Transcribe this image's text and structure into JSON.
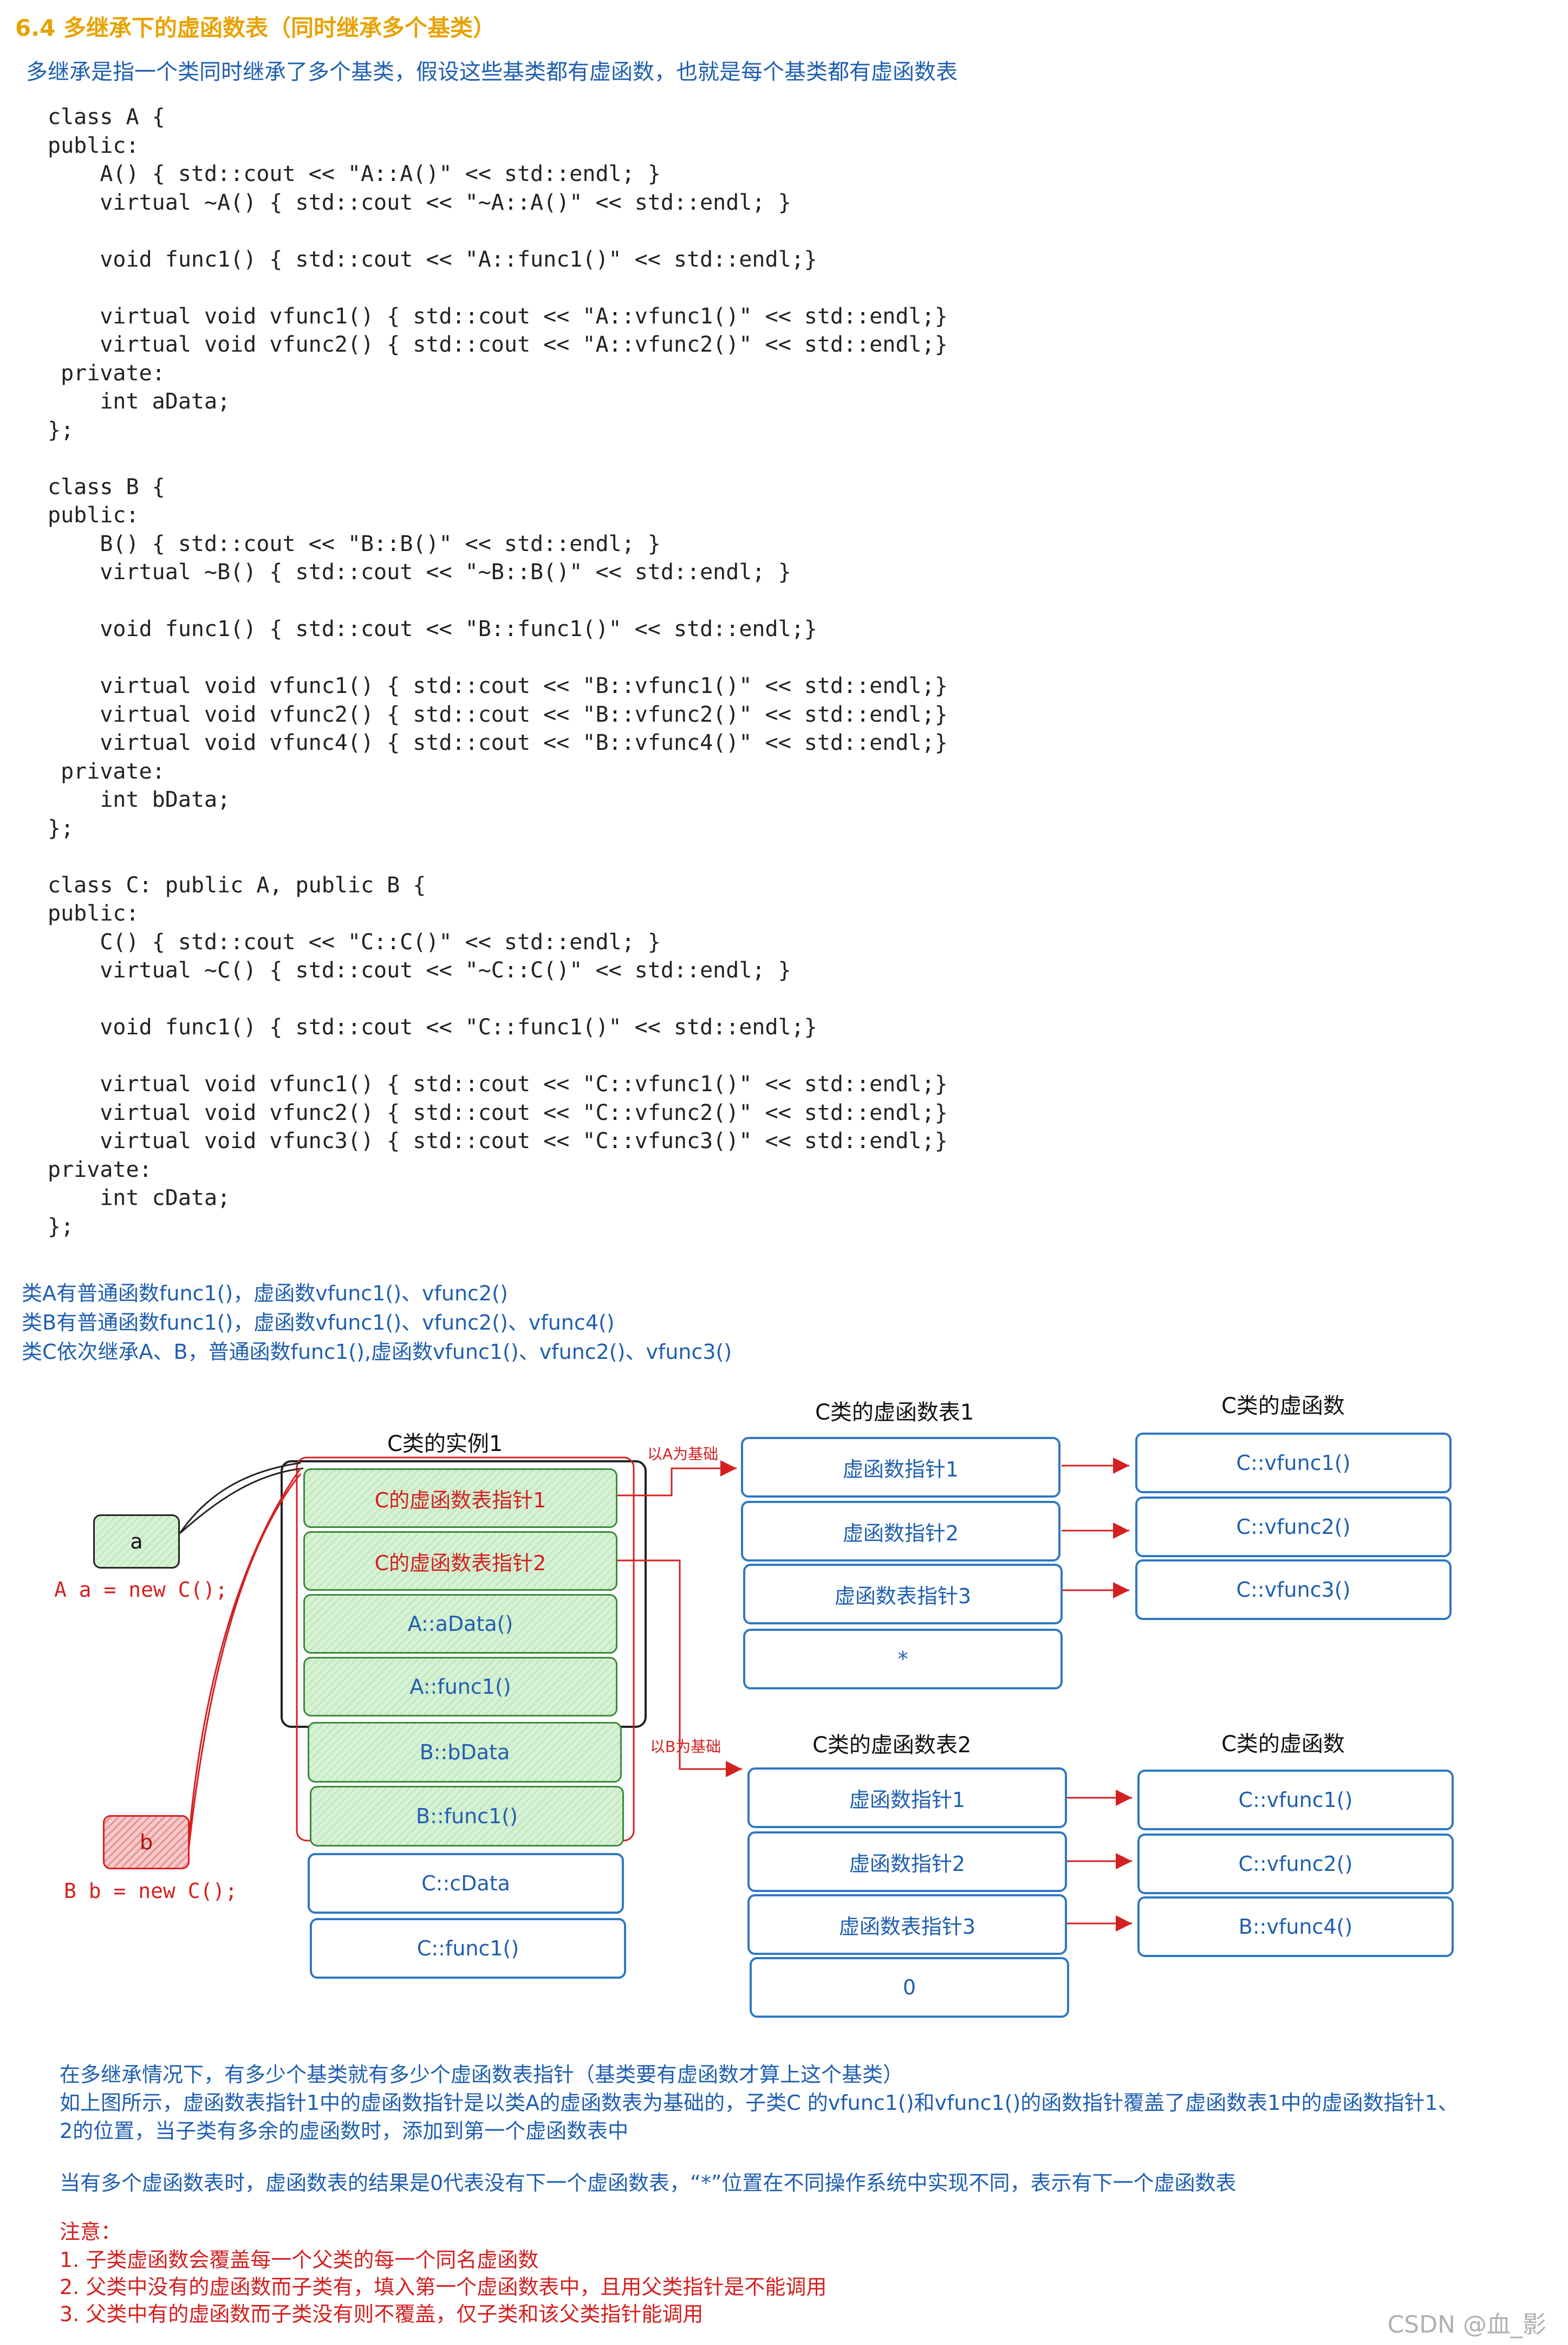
{
  "heading": "6.4  多继承下的虚函数表（同时继承多个基类）",
  "intro": "多继承是指一个类同时继承了多个基类，假设这些基类都有虚函数，也就是每个基类都有虚函数表",
  "code": "class A {\npublic:\n    A() { std::cout << \"A::A()\" << std::endl; }\n    virtual ~A() { std::cout << \"~A::A()\" << std::endl; }\n\n    void func1() { std::cout << \"A::func1()\" << std::endl;}\n\n    virtual void vfunc1() { std::cout << \"A::vfunc1()\" << std::endl;}\n    virtual void vfunc2() { std::cout << \"A::vfunc2()\" << std::endl;}\n private:\n    int aData;\n};\n\nclass B {\npublic:\n    B() { std::cout << \"B::B()\" << std::endl; }\n    virtual ~B() { std::cout << \"~B::B()\" << std::endl; }\n\n    void func1() { std::cout << \"B::func1()\" << std::endl;}\n\n    virtual void vfunc1() { std::cout << \"B::vfunc1()\" << std::endl;}\n    virtual void vfunc2() { std::cout << \"B::vfunc2()\" << std::endl;}\n    virtual void vfunc4() { std::cout << \"B::vfunc4()\" << std::endl;}\n private:\n    int bData;\n};\n\nclass C: public A, public B {\npublic:\n    C() { std::cout << \"C::C()\" << std::endl; }\n    virtual ~C() { std::cout << \"~C::C()\" << std::endl; }\n\n    void func1() { std::cout << \"C::func1()\" << std::endl;}\n\n    virtual void vfunc1() { std::cout << \"C::vfunc1()\" << std::endl;}\n    virtual void vfunc2() { std::cout << \"C::vfunc2()\" << std::endl;}\n    virtual void vfunc3() { std::cout << \"C::vfunc3()\" << std::endl;}\nprivate:\n    int cData;\n};",
  "summary": [
    "类A有普通函数func1()，虚函数vfunc1()、vfunc2()",
    "类B有普通函数func1()，虚函数vfunc1()、vfunc2()、vfunc4()",
    "类C依次继承A、B，普通函数func1(),虚函数vfunc1()、vfunc2()、vfunc3()"
  ],
  "diagram": {
    "instance_title": "C类的实例1",
    "instance_rows": [
      "C的虚函数表指针1",
      "C的虚函数表指针2",
      "A::aData()",
      "A::func1()",
      "B::bData",
      "B::func1()",
      "C::cData",
      "C::func1()"
    ],
    "var_a": "a",
    "var_a_code": "A a = new C();",
    "var_b": "b",
    "var_b_code": "B b = new C();",
    "note_a": "以A为基础",
    "note_b": "以B为基础",
    "vtable1_title": "C类的虚函数表1",
    "vtable1_rows": [
      "虚函数指针1",
      "虚函数指针2",
      "虚函数表指针3",
      "*"
    ],
    "funcs1_title": "C类的虚函数",
    "funcs1_rows": [
      "C::vfunc1()",
      "C::vfunc2()",
      "C::vfunc3()"
    ],
    "vtable2_title": "C类的虚函数表2",
    "vtable2_rows": [
      "虚函数指针1",
      "虚函数指针2",
      "虚函数表指针3",
      "0"
    ],
    "funcs2_title": "C类的虚函数",
    "funcs2_rows": [
      "C::vfunc1()",
      "C::vfunc2()",
      "B::vfunc4()"
    ]
  },
  "footer": [
    "在多继承情况下，有多少个基类就有多少个虚函数表指针（基类要有虚函数才算上这个基类）",
    "如上图所示，虚函数表指针1中的虚函数指针是以类A的虚函数表为基础的，子类C  的vfunc1()和vfunc1()的函数指针覆盖了虚函数表1中的虚函数指针1、",
    "2的位置，当子类有多余的虚函数时，添加到第一个虚函数表中",
    "当有多个虚函数表时，虚函数表的结果是0代表没有下一个虚函数表，“*”位置在不同操作系统中实现不同，表示有下一个虚函数表"
  ],
  "notes": [
    "注意：",
    "1. 子类虚函数会覆盖每一个父类的每一个同名虚函数",
    "2. 父类中没有的虚函数而子类有，填入第一个虚函数表中，且用父类指针是不能调用",
    "3. 父类中有的虚函数而子类没有则不覆盖，仅子类和该父类指针能调用"
  ],
  "watermark": "CSDN @血_影"
}
